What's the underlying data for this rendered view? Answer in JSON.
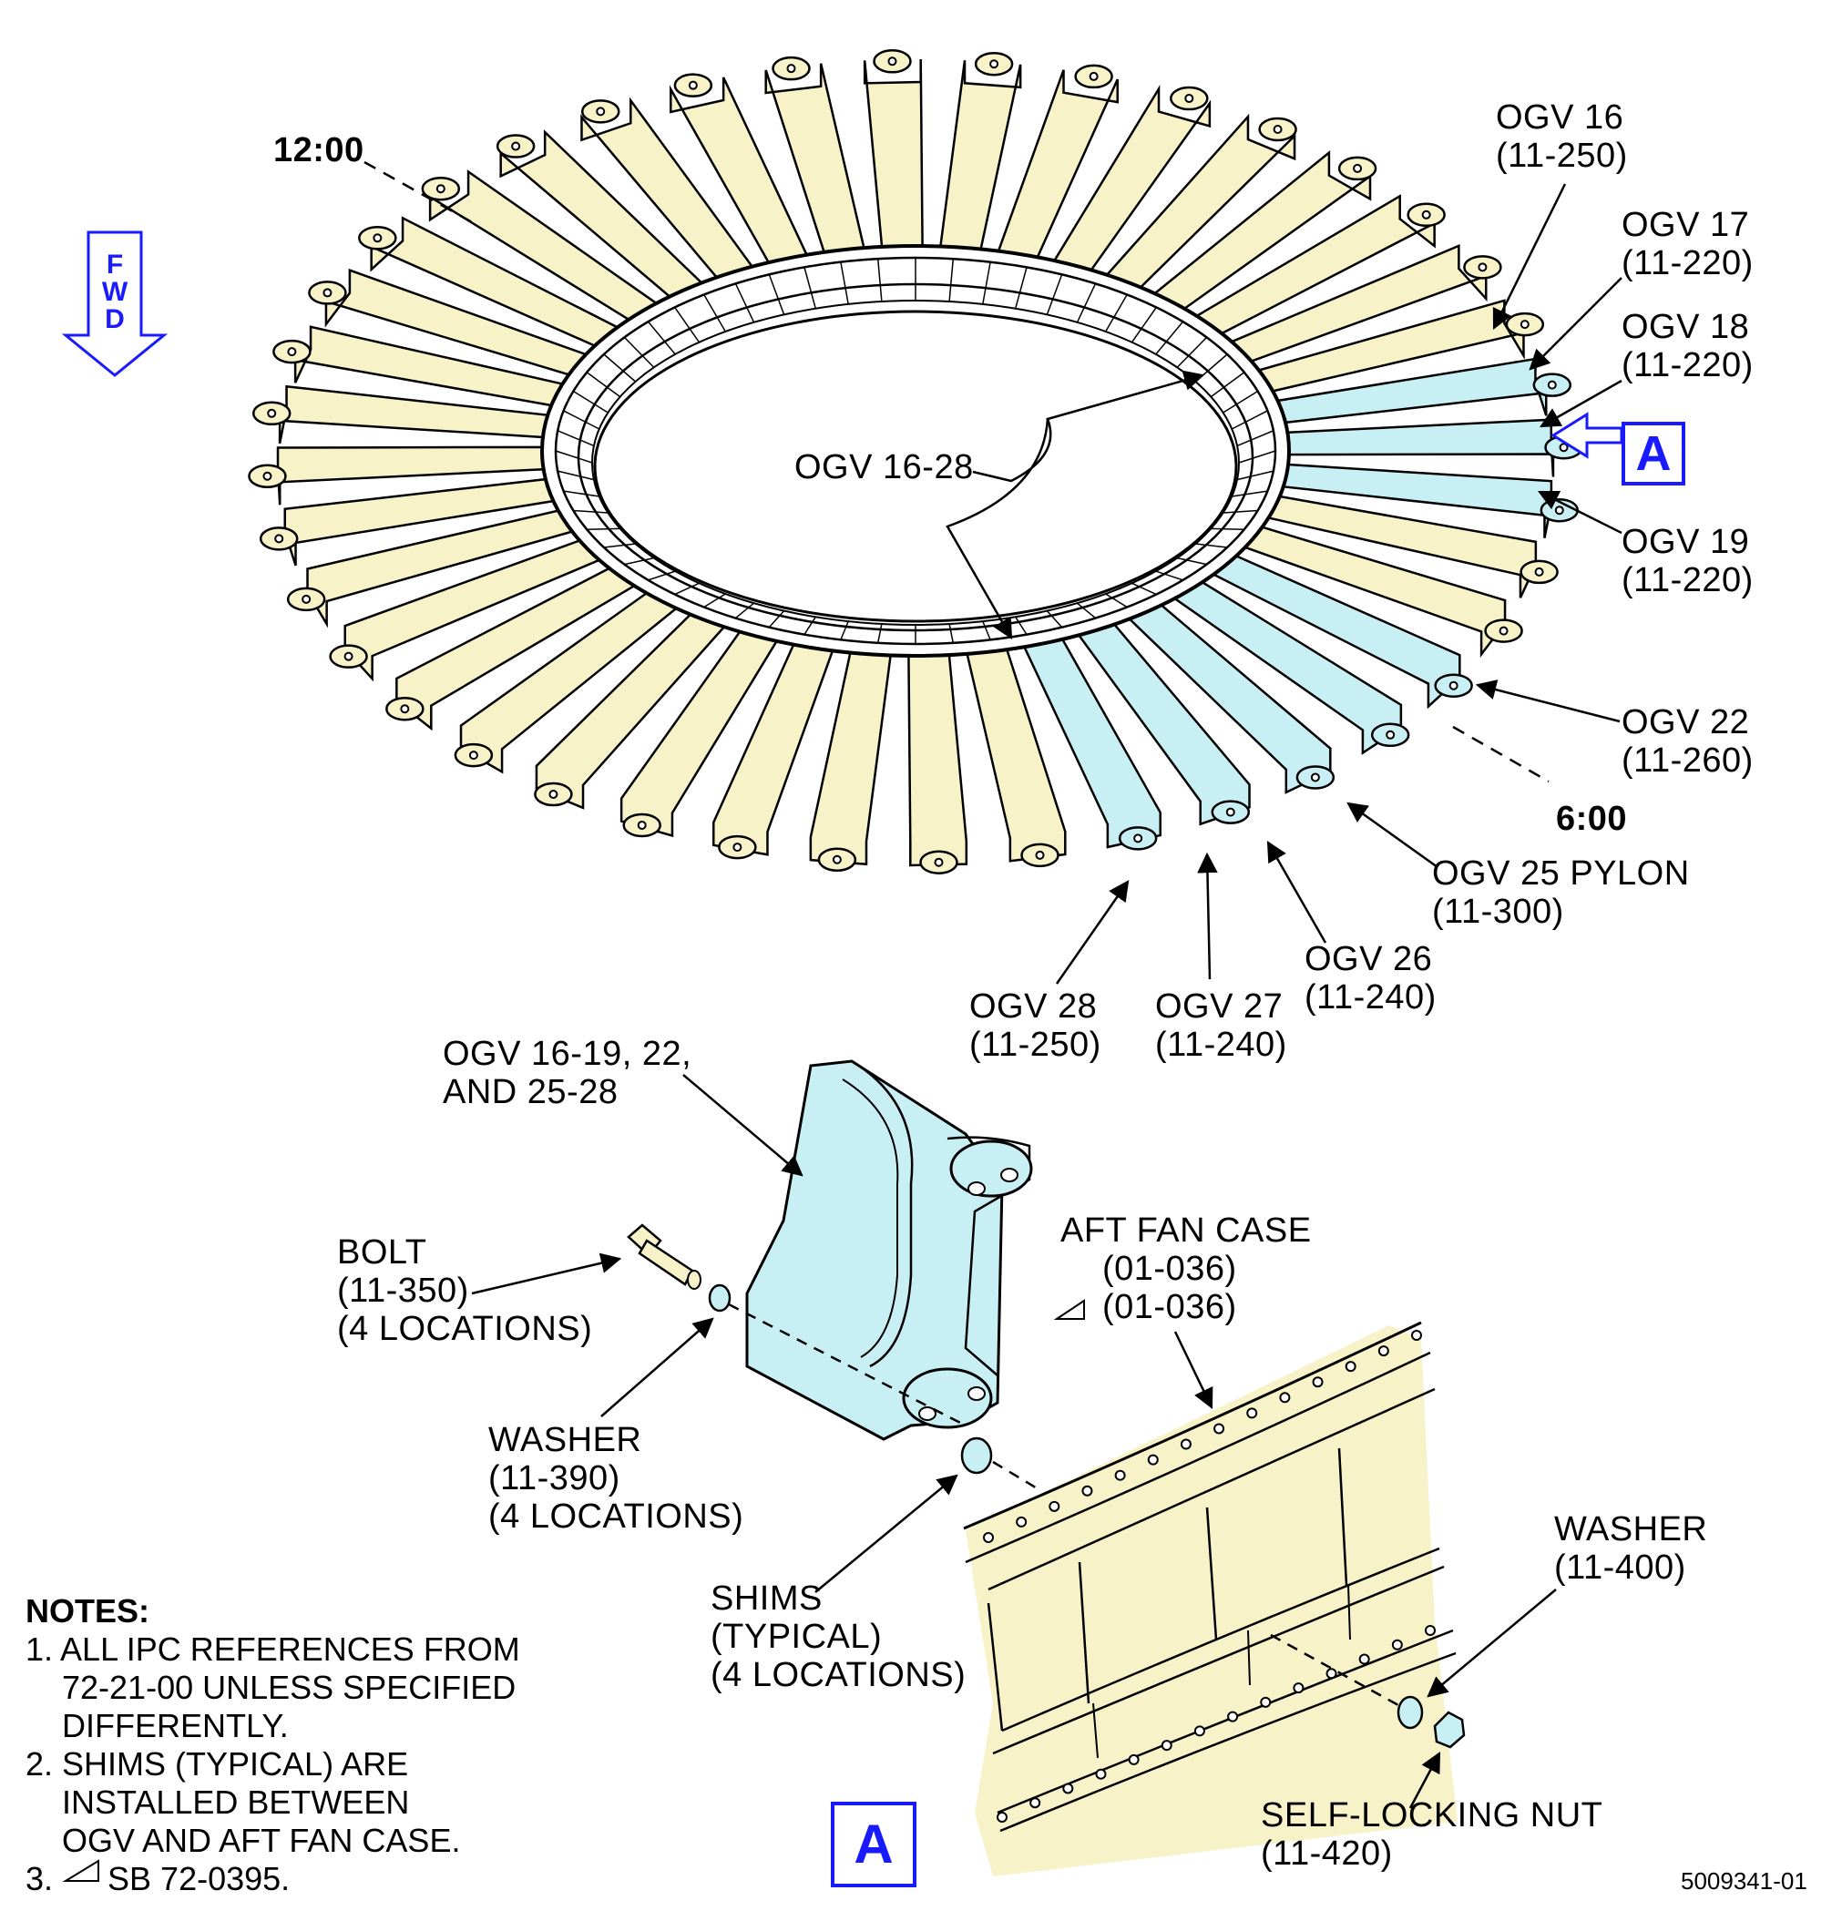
{
  "clock": {
    "top": "12:00",
    "bottom": "6:00"
  },
  "direction": {
    "fwd": [
      "F",
      "W",
      "D"
    ]
  },
  "view_marker": {
    "label": "A"
  },
  "callouts": {
    "ogv_range": "OGV 16-28",
    "ogv16": {
      "name": "OGV 16",
      "ref": "(11-250)"
    },
    "ogv17": {
      "name": "OGV 17",
      "ref": "(11-220)"
    },
    "ogv18": {
      "name": "OGV 18",
      "ref": "(11-220)"
    },
    "ogv19": {
      "name": "OGV 19",
      "ref": "(11-220)"
    },
    "ogv22": {
      "name": "OGV 22",
      "ref": "(11-260)"
    },
    "ogv25": {
      "name": "OGV 25 PYLON",
      "ref": "(11-300)"
    },
    "ogv26": {
      "name": "OGV 26",
      "ref": "(11-240)"
    },
    "ogv27": {
      "name": "OGV 27",
      "ref": "(11-240)"
    },
    "ogv28": {
      "name": "OGV 28",
      "ref": "(11-250)"
    }
  },
  "detail": {
    "ogv_group": [
      "OGV 16-19, 22,",
      "AND 25-28"
    ],
    "bolt": [
      "BOLT",
      "(11-350)",
      "(4 LOCATIONS)"
    ],
    "washer_1": [
      "WASHER",
      "(11-390)",
      "(4 LOCATIONS)"
    ],
    "shims": [
      "SHIMS",
      "(TYPICAL)",
      "(4 LOCATIONS)"
    ],
    "aft_fan_case": [
      "AFT FAN CASE",
      "(01-036)",
      "(01-036)"
    ],
    "washer_2": [
      "WASHER",
      "(11-400)"
    ],
    "nut": [
      "SELF-LOCKING NUT",
      "(11-420)"
    ],
    "view_label": "A"
  },
  "notes": {
    "title": "NOTES:",
    "items": [
      "1. ALL IPC REFERENCES FROM",
      "    72-21-00 UNLESS SPECIFIED",
      "    DIFFERENTLY.",
      "2. SHIMS (TYPICAL) ARE",
      "    INSTALLED BETWEEN",
      "    OGV AND AFT FAN CASE.",
      "3.      SB 72-0395."
    ]
  },
  "figure_number": "5009341-01",
  "colors": {
    "vane": "#f8f2c8",
    "highlight": "#c8f0f4",
    "case": "#f8f2c8",
    "accent": "#1a1aff"
  }
}
